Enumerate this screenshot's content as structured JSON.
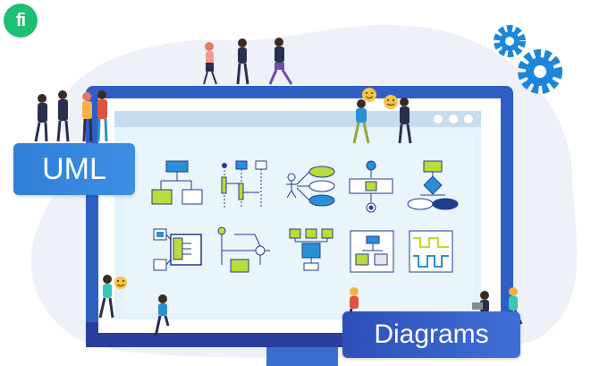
{
  "brand": {
    "logo_text": "fi",
    "logo_color": "#1dbf73"
  },
  "labels": {
    "uml": "UML",
    "diagrams": "Diagrams"
  },
  "colors": {
    "frame_blue": "#2f5fc4",
    "frame_dark": "#2a3f9e",
    "screen_bg": "#e3f2fb",
    "blob_bg": "#eef2f8",
    "diagram_green": "#b9dc3a",
    "diagram_blue": "#2a8fd6",
    "gear": "#1e86d9"
  },
  "icons": [
    "gear-icon",
    "gear-icon"
  ],
  "diagram_thumbnails": [
    "class-diagram",
    "sequence-diagram",
    "use-case-diagram",
    "activity-diagram",
    "decision-diagram",
    "component-diagram",
    "flow-diagram",
    "org-diagram",
    "table-diagram",
    "timing-diagram"
  ]
}
